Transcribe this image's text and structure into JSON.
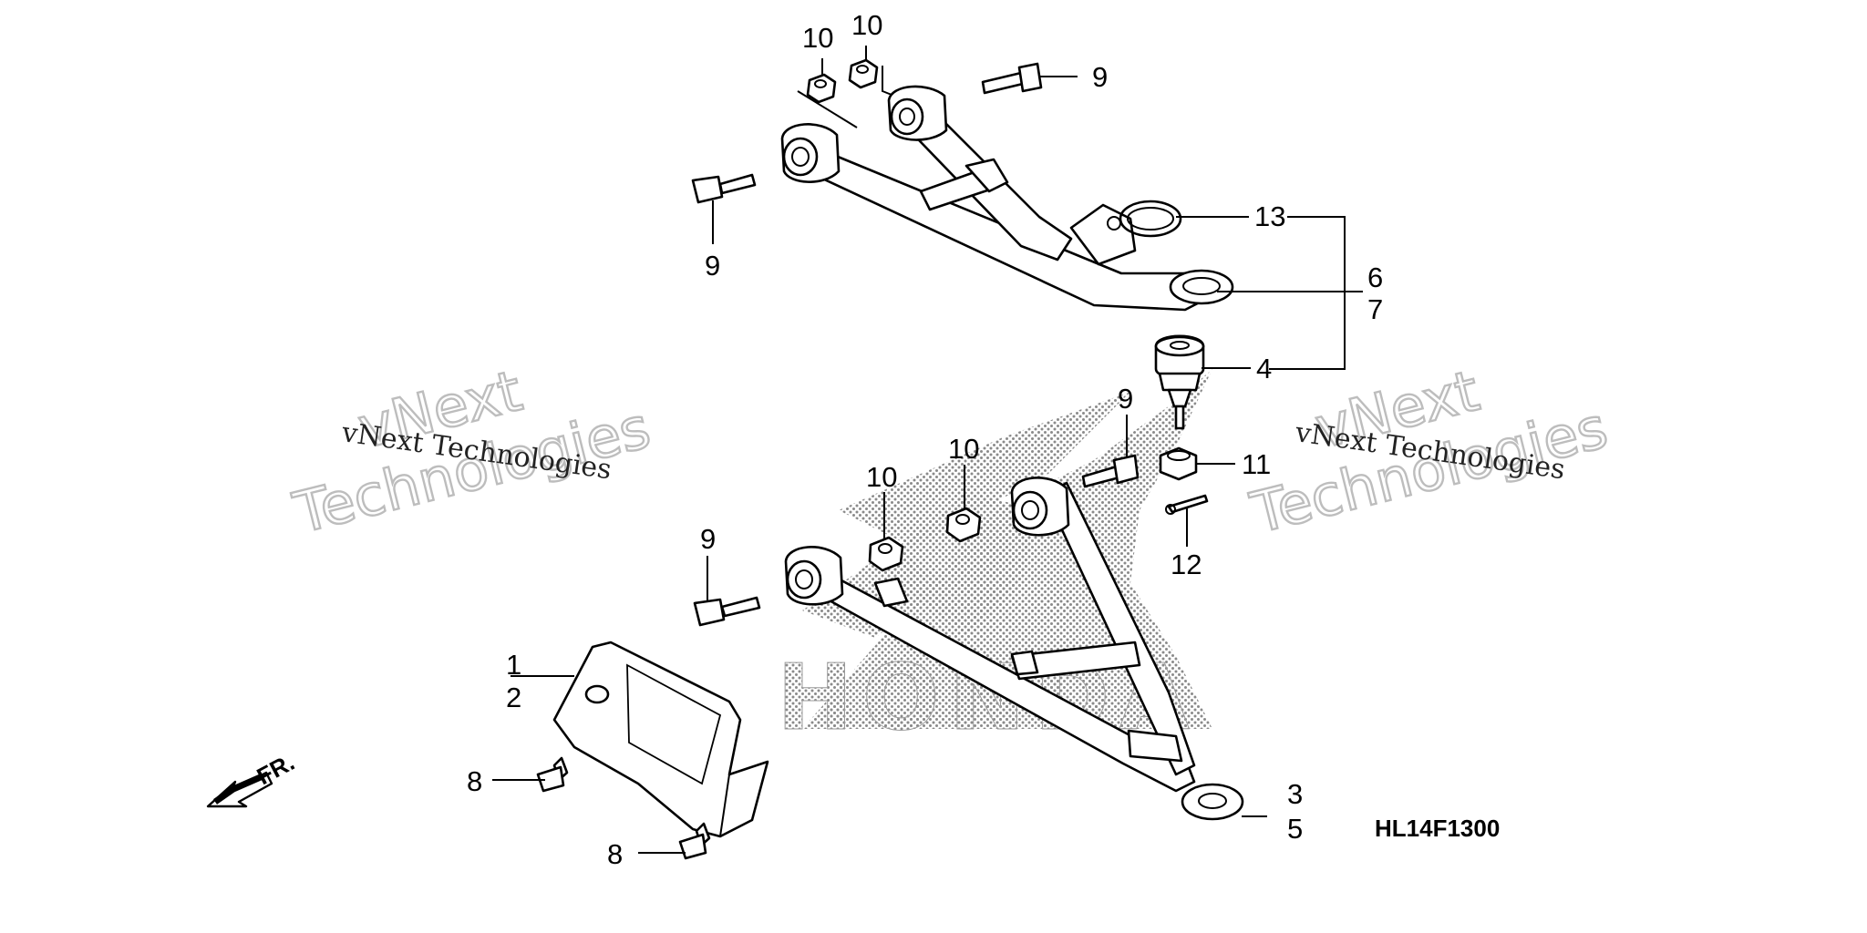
{
  "diagram": {
    "code": "HL14F1300",
    "direction_label": "FR.",
    "logo_text": "HONDA",
    "watermark": {
      "small": "vNext Technologies",
      "big_line1": "vNext",
      "big_line2": "Technologies"
    },
    "callouts": {
      "c1": "1",
      "c2": "2",
      "c3": "3",
      "c4": "4",
      "c5": "5",
      "c6": "6",
      "c7": "7",
      "c8a": "8",
      "c8b": "8",
      "c9a": "9",
      "c9b": "9",
      "c9c": "9",
      "c9d": "9",
      "c10a": "10",
      "c10b": "10",
      "c10c": "10",
      "c10d": "10",
      "c11": "11",
      "c12": "12",
      "c13": "13"
    }
  }
}
